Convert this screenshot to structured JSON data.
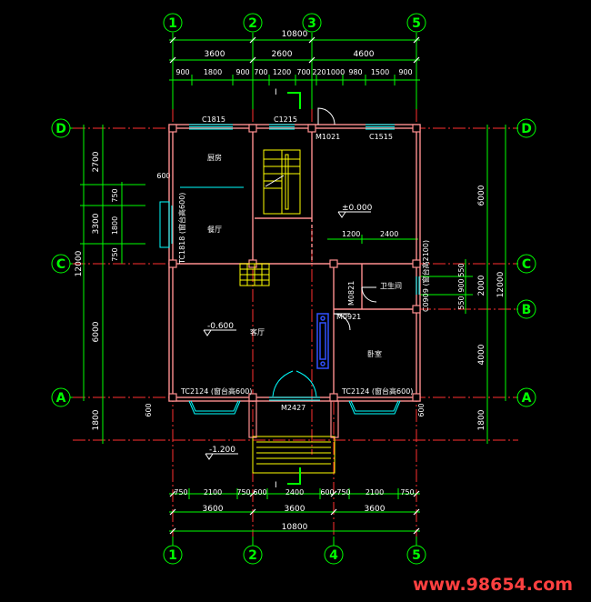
{
  "axes_top": [
    "1",
    "2",
    "3",
    "5"
  ],
  "axes_bottom": [
    "1",
    "2",
    "4",
    "5"
  ],
  "axes_left": [
    "D",
    "C",
    "A"
  ],
  "axes_right": [
    "D",
    "C",
    "B",
    "A"
  ],
  "top_dims": {
    "overall": "10800",
    "mid": [
      "3600",
      "2600",
      "4600"
    ],
    "detail": [
      "900",
      "1800",
      "900",
      "700",
      "1200",
      "700",
      "220",
      "1000",
      "980",
      "1500",
      "900"
    ]
  },
  "bottom_dims": {
    "overall": "10800",
    "mid": [
      "3600",
      "3600",
      "3600"
    ],
    "detail": [
      "750",
      "2100",
      "750",
      "600",
      "2400",
      "600",
      "750",
      "2100",
      "750"
    ]
  },
  "left_dims": {
    "overall": "12000",
    "mid": [
      "2700",
      "3300",
      "6000",
      "1800"
    ],
    "detail": [
      "750",
      "1800",
      "750"
    ],
    "bay": "600"
  },
  "right_dims": {
    "overall": "12000",
    "mid": [
      "6000",
      "2000",
      "4000",
      "1800"
    ],
    "detail": [
      "550",
      "900",
      "550"
    ],
    "bay": "600"
  },
  "inner_dims": [
    "1200",
    "2400"
  ],
  "windows": {
    "w_top_left": "C1815",
    "w_top_mid": "C1215",
    "w_top_right": "C1515",
    "door_top": "M1021",
    "bay_left": "TC1818 (窗台高600)",
    "wc_window": "C0909 (窗台高2100)",
    "door_wc": "M0821",
    "door_bed": "M0921",
    "bay_bottom_left": "TC2124 (窗台高600)",
    "bay_bottom_right": "TC2124 (窗台高600)",
    "main_door": "M2427"
  },
  "rooms": {
    "kitchen": "厨房",
    "dining": "餐厅",
    "living": "客厅",
    "wc": "卫生间",
    "bedroom": "卧室"
  },
  "levels": {
    "main": "±0.000",
    "living": "-0.600",
    "exterior": "-1.200"
  },
  "section_marks": [
    "I",
    "I"
  ],
  "watermark": "www.98654.com",
  "colors": {
    "background": "#000000",
    "axis": "#00ff00",
    "grid": "#ff3030",
    "wall": "#ff9090",
    "dimension": "#ffffff",
    "window": "#00ffff",
    "stair": "#ffff00",
    "furniture": "#3050ff",
    "watermark": "#ff4040"
  }
}
